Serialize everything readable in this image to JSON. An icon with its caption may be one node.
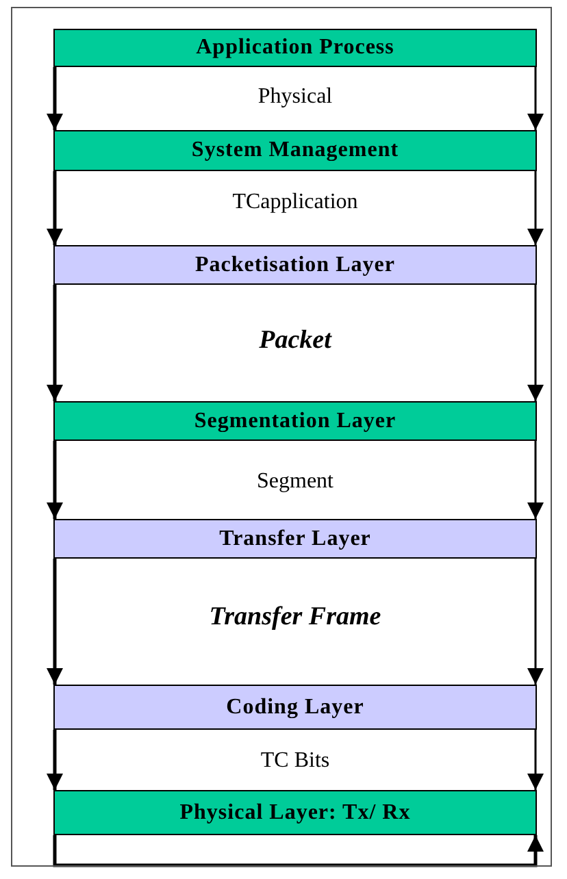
{
  "diagram": {
    "nodes": [
      {
        "text": [],
        "shape": "box"
      },
      {
        "text": [
          "Application Process"
        ],
        "in": 0
      },
      {
        "text": [
          "System Management"
        ],
        "in": 0
      },
      {
        "text": [
          "Packetisation Layer"
        ],
        "in": 0
      },
      {
        "text": [
          "Segmentation Layer"
        ],
        "in": 0
      },
      {
        "text": [
          "Transfer Layer"
        ],
        "in": 0
      },
      {
        "text": [
          "Coding Layer"
        ],
        "in": 0
      },
      {
        "text": [
          "Physical Layer: Tx/ Rx"
        ],
        "in": 0
      }
    ],
    "edges": [
      {
        "from": 1,
        "to": 2,
        "arrow": "to"
      },
      {
        "from": 1,
        "to": 2,
        "arrow": "to"
      },
      {
        "from": 2,
        "to": 3,
        "arrow": "to"
      },
      {
        "from": 2,
        "to": 3,
        "arrow": "to"
      },
      {
        "from": 3,
        "to": 4,
        "arrow": "to"
      },
      {
        "from": 3,
        "to": 4,
        "arrow": "to"
      },
      {
        "from": 4,
        "to": 5,
        "arrow": "to"
      },
      {
        "from": 4,
        "to": 5,
        "arrow": "to"
      },
      {
        "from": 5,
        "to": 6,
        "arrow": "to"
      },
      {
        "from": 5,
        "to": 6,
        "arrow": "to"
      },
      {
        "from": 6,
        "to": 7,
        "arrow": "to"
      },
      {
        "from": 6,
        "to": 7,
        "arrow": "to"
      },
      {
        "from": 7,
        "to": 7,
        "arrow": "to"
      }
    ],
    "labels": [
      "Physical",
      "TCapplication",
      "Packet",
      "Segment",
      "Transfer Frame",
      "TC Bits"
    ]
  }
}
